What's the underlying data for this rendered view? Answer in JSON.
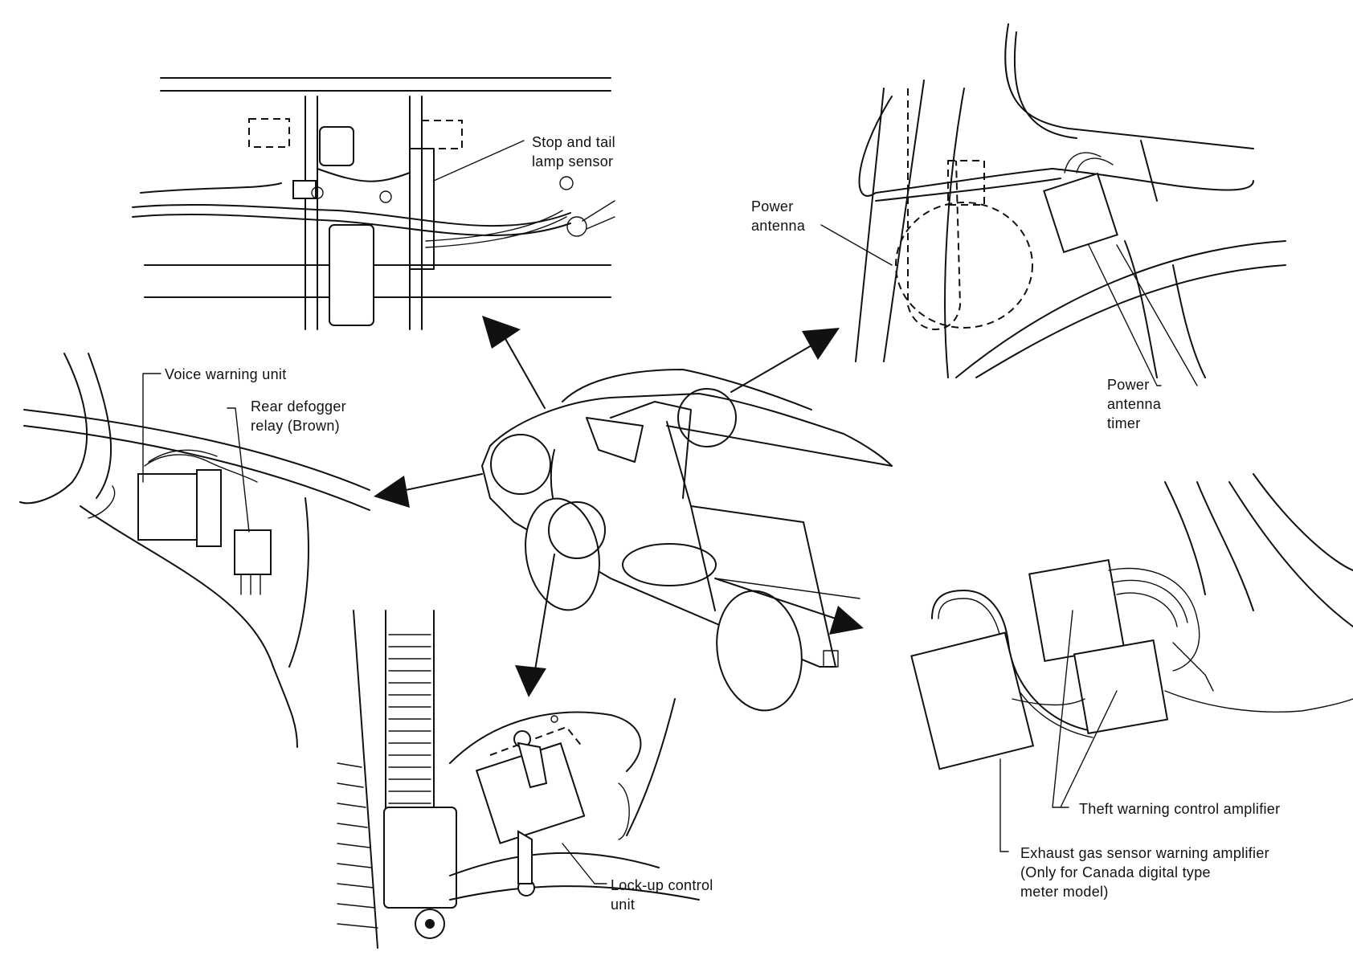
{
  "labels": {
    "stop_tail_lamp_sensor": [
      "Stop and tail",
      "lamp sensor"
    ],
    "power_antenna": [
      "Power",
      "antenna"
    ],
    "power_antenna_timer": [
      "Power",
      "antenna",
      "timer"
    ],
    "voice_warning_unit": "Voice warning unit",
    "rear_defogger_relay": [
      "Rear defogger",
      "relay (Brown)"
    ],
    "lockup_control_unit": [
      "Lock-up control",
      "unit"
    ],
    "theft_warning_amp": "Theft warning control amplifier",
    "exhaust_gas_sensor_amp": [
      "Exhaust gas sensor warning amplifier",
      "(Only for Canada digital type",
      "meter model)"
    ]
  },
  "colors": {
    "ink": "#111111",
    "paper": "#ffffff"
  }
}
